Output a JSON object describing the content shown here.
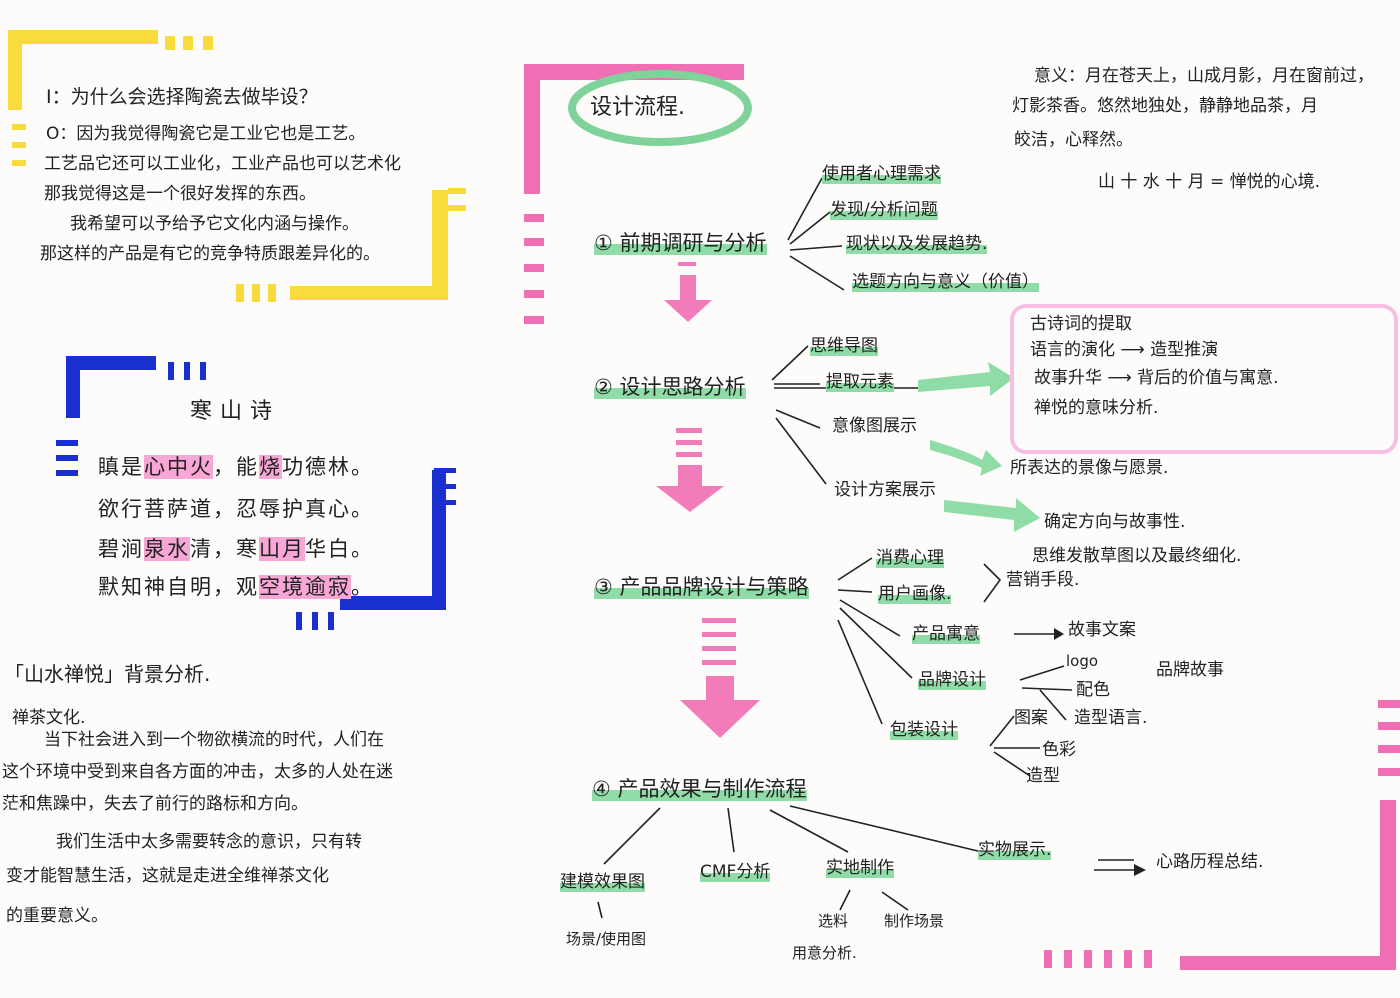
{
  "qa": {
    "question": "I：为什么会选择陶瓷去做毕设？",
    "answer_lines": [
      "O：因为我觉得陶瓷它是工业它也是工艺。",
      "工艺品它还可以工业化，工业产品也可以艺术化",
      "那我觉得这是一个很好发挥的东西。",
      "我希望可以予给予它文化内涵与操作。",
      "那这样的产品是有它的竞争特质跟差异化的。"
    ]
  },
  "poem": {
    "title": "寒山诗",
    "lines": [
      {
        "a": "瞋是",
        "b": "心中火",
        "c": "，能",
        "d": "烧",
        "e": "功德林。"
      },
      {
        "a": "欲行菩萨道，忍辱护真心。",
        "b": "",
        "c": "",
        "d": "",
        "e": ""
      },
      {
        "a": "碧涧",
        "b": "泉水",
        "c": "清，寒",
        "d": "山月",
        "e": "华白。"
      },
      {
        "a": "默知神自明，观",
        "b": "空境",
        "c": "",
        "d": "逾寂",
        "e": "。"
      }
    ]
  },
  "background": {
    "title": "「山水禅悦」背景分析.",
    "subtitle": "禅茶文化.",
    "lines": [
      "当下社会进入到一个物欲横流的时代，人们在",
      "这个环境中受到来自各方面的冲击，太多的人处在迷",
      "茫和焦躁中，失去了前行的路标和方向。",
      "我们生活中太多需要转念的意识，只有转",
      "变才能智慧生活，这就是走进全维禅茶文化",
      "的重要意义。"
    ]
  },
  "meaning": {
    "lines": [
      "意义：月在苍天上，山成月影，月在窗前过，",
      "灯影茶香。悠然地独处，静静地品茶，月",
      "皎洁，心释然。"
    ],
    "formula": "山 十 水 十 月 = 惮悦的心境."
  },
  "flow": {
    "title": "设计流程.",
    "steps": [
      {
        "label": "① 前期调研与分析",
        "items": [
          "使用者心理需求",
          "发现/分析问题",
          "现状以及发展趋势.",
          "选题方向与意义（价值）"
        ]
      },
      {
        "label": "② 设计思路分析",
        "items": [
          "思维导图",
          "提取元素",
          "意像图展示",
          "设计方案展示"
        ],
        "notes": [
          "古诗词的提取",
          "语言的演化 ⟶ 造型推演",
          "故事升华 ⟶ 背后的价值与寓意.",
          "禅悦的意味分析.",
          "所表达的景像与愿景.",
          "确定方向与故事性.",
          "思维发散草图以及最终细化."
        ]
      },
      {
        "label": "③ 产品品牌设计与策略",
        "items": [
          "消费心理",
          "用户画像.",
          "营销手段.",
          "产品寓意",
          "故事文案",
          "品牌设计",
          "logo",
          "配色",
          "品牌故事",
          "造型语言.",
          "包装设计",
          "图案",
          "色彩",
          "造型"
        ]
      },
      {
        "label": "④ 产品效果与制作流程",
        "items": [
          "建模效果图",
          "场景/使用图",
          "CMF分析",
          "实地制作",
          "选料",
          "制作场景",
          "用意分析.",
          "实物展示.",
          "心路历程总结."
        ]
      }
    ]
  },
  "colors": {
    "yellow": "#f9dc3c",
    "pink": "#f06eb4",
    "blue": "#1a2fd0",
    "green": "#8fdca6"
  }
}
